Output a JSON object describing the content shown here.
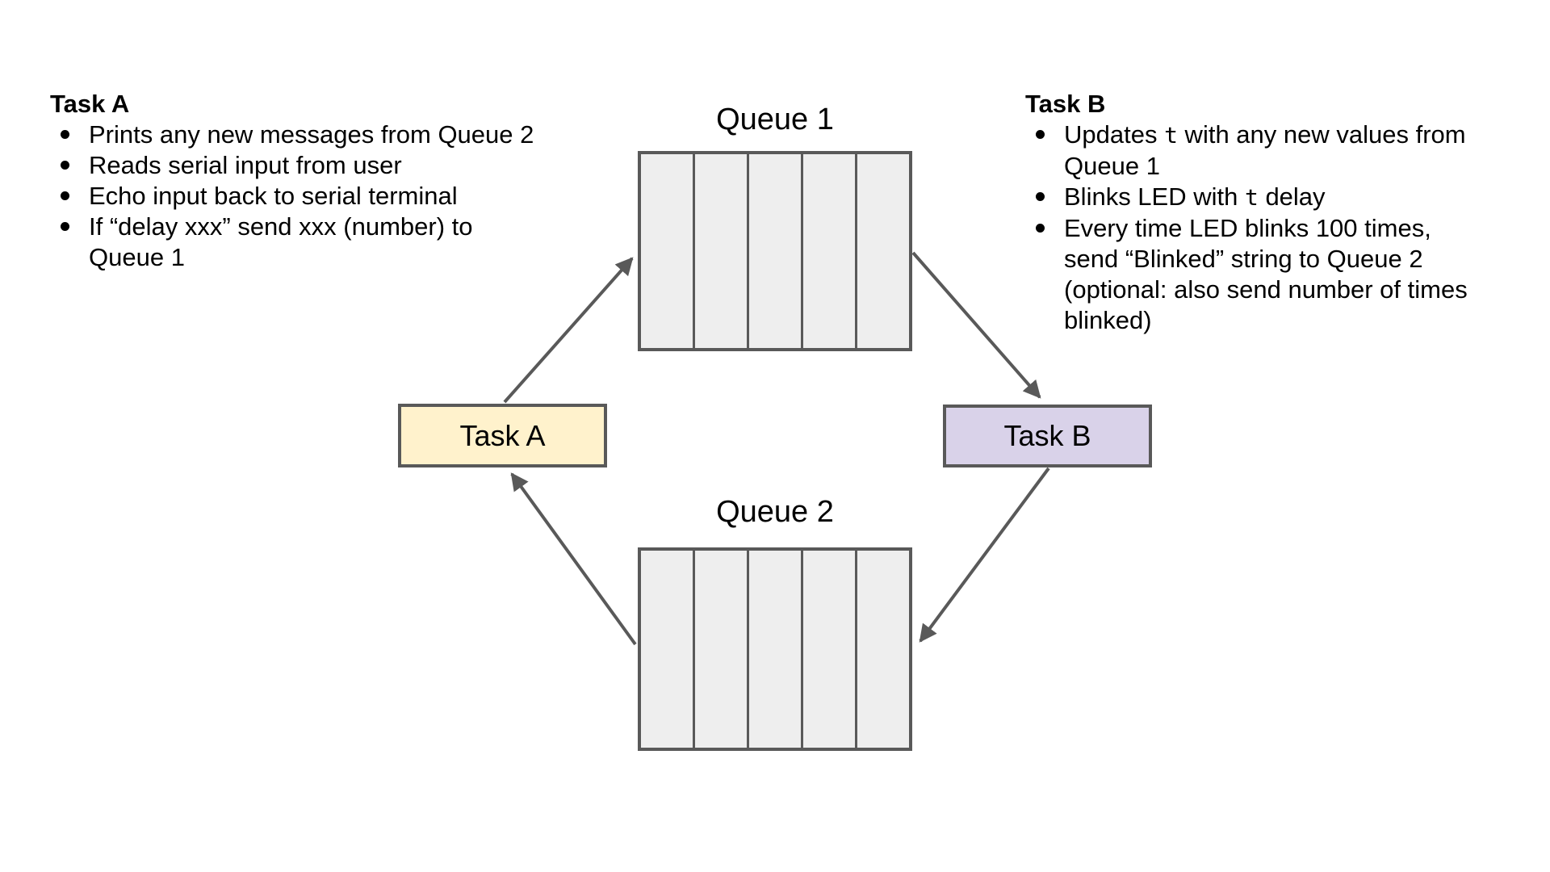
{
  "colors": {
    "task_a_fill": "#fff2cc",
    "task_b_fill": "#d9d2e9",
    "queue_fill": "#eeeeee",
    "outline": "#595959",
    "text": "#000000"
  },
  "tasks": {
    "a": {
      "heading": "Task A",
      "bullets": [
        "Prints any new messages from Queue 2",
        "Reads serial input from user",
        "Echo input back to serial terminal",
        "If “delay xxx” send xxx (number) to Queue 1"
      ],
      "box_label": "Task A"
    },
    "b": {
      "heading": "Task B",
      "bullet1": {
        "pre": "Updates ",
        "code": "t",
        "post": " with any new values from Queue 1"
      },
      "bullet2": {
        "pre": "Blinks LED with ",
        "code": "t",
        "post": " delay"
      },
      "bullet3": "Every time LED blinks 100 times, send “Blinked” string to Queue 2 (optional: also send number of times blinked)",
      "box_label": "Task B"
    }
  },
  "queues": {
    "q1": {
      "label": "Queue 1",
      "slots": 5
    },
    "q2": {
      "label": "Queue 2",
      "slots": 5
    }
  },
  "arrows": [
    {
      "from": "Task A",
      "to": "Queue 1"
    },
    {
      "from": "Queue 1",
      "to": "Task B"
    },
    {
      "from": "Task B",
      "to": "Queue 2"
    },
    {
      "from": "Queue 2",
      "to": "Task A"
    }
  ]
}
